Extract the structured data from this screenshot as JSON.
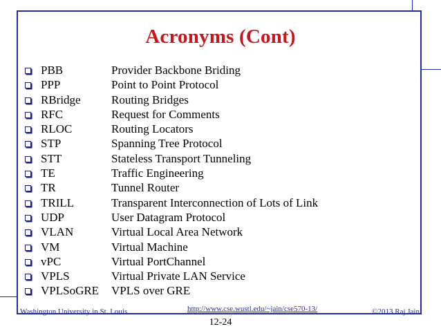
{
  "title": "Acronyms (Cont)",
  "items": [
    {
      "abbr": "PBB",
      "def": "Provider Backbone Briding"
    },
    {
      "abbr": "PPP",
      "def": "Point to Point Protocol"
    },
    {
      "abbr": "RBridge",
      "def": "Routing Bridges"
    },
    {
      "abbr": "RFC",
      "def": "Request for Comments"
    },
    {
      "abbr": "RLOC",
      "def": "Routing Locators"
    },
    {
      "abbr": "STP",
      "def": "Spanning Tree Protocol"
    },
    {
      "abbr": "STT",
      "def": "Stateless Transport Tunneling"
    },
    {
      "abbr": "TE",
      "def": "Traffic Engineering"
    },
    {
      "abbr": "TR",
      "def": "Tunnel Router"
    },
    {
      "abbr": "TRILL",
      "def": "Transparent Interconnection of Lots of Link"
    },
    {
      "abbr": "UDP",
      "def": "User Datagram Protocol"
    },
    {
      "abbr": "VLAN",
      "def": "Virtual Local Area Network"
    },
    {
      "abbr": "VM",
      "def": "Virtual Machine"
    },
    {
      "abbr": "vPC",
      "def": "Virtual PortChannel"
    },
    {
      "abbr": "VPLS",
      "def": "Virtual Private LAN Service"
    },
    {
      "abbr": "VPLSoGRE",
      "def": "VPLS over GRE"
    }
  ],
  "footer": {
    "left": "Washington University in St. Louis",
    "link": "http://www.cse.wustl.edu/~jain/cse570-13/",
    "right": "©2013 Raj Jain",
    "page": "12-24"
  },
  "colors": {
    "title": "#c8161d",
    "frame": "#1f2aa3"
  }
}
